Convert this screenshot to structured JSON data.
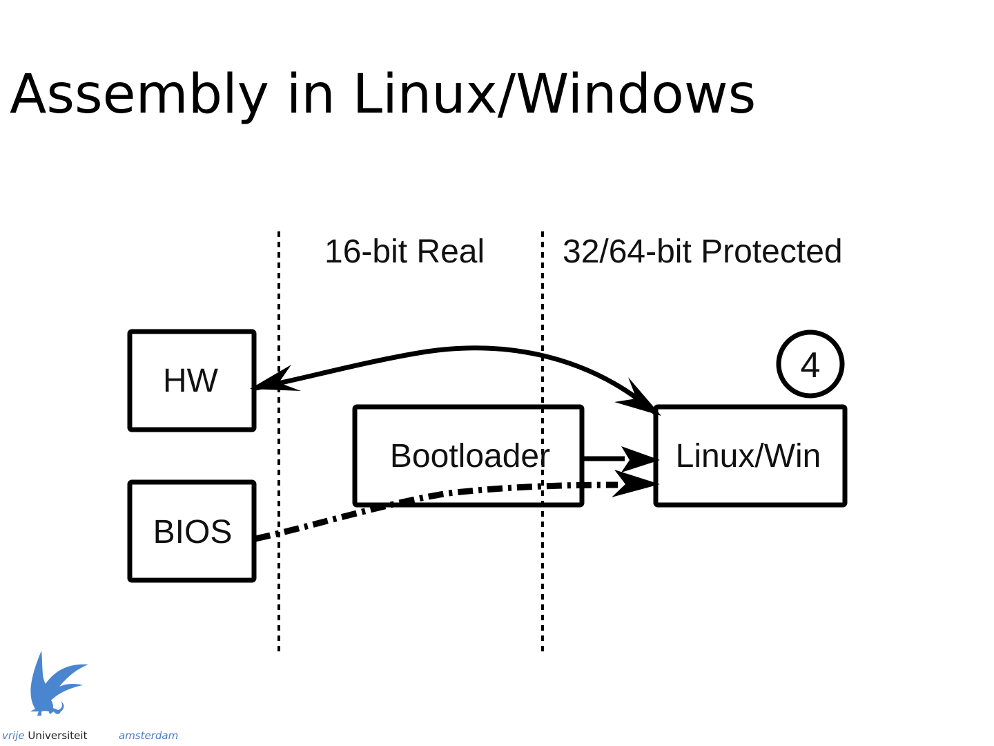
{
  "slide": {
    "title": "Assembly in Linux/Windows"
  },
  "diagram": {
    "zones": [
      {
        "label": "16-bit Real"
      },
      {
        "label": "32/64-bit Protected"
      }
    ],
    "boxes": [
      {
        "id": "hw",
        "label": "HW"
      },
      {
        "id": "bios",
        "label": "BIOS"
      },
      {
        "id": "bootloader",
        "label": "Bootloader"
      },
      {
        "id": "os",
        "label": "Linux/Win"
      }
    ],
    "step_badge": "4",
    "edges": [
      {
        "from": "os",
        "to": "hw",
        "style": "solid",
        "bidirectional": true
      },
      {
        "from": "bootloader",
        "to": "os",
        "style": "solid"
      },
      {
        "from": "bios",
        "to": "os",
        "style": "dash-dot"
      }
    ]
  },
  "footer": {
    "brand_vrije": "vrije",
    "brand_universiteit": "Universiteit",
    "brand_amsterdam": "amsterdam",
    "brand_color": "#4a86d0"
  }
}
